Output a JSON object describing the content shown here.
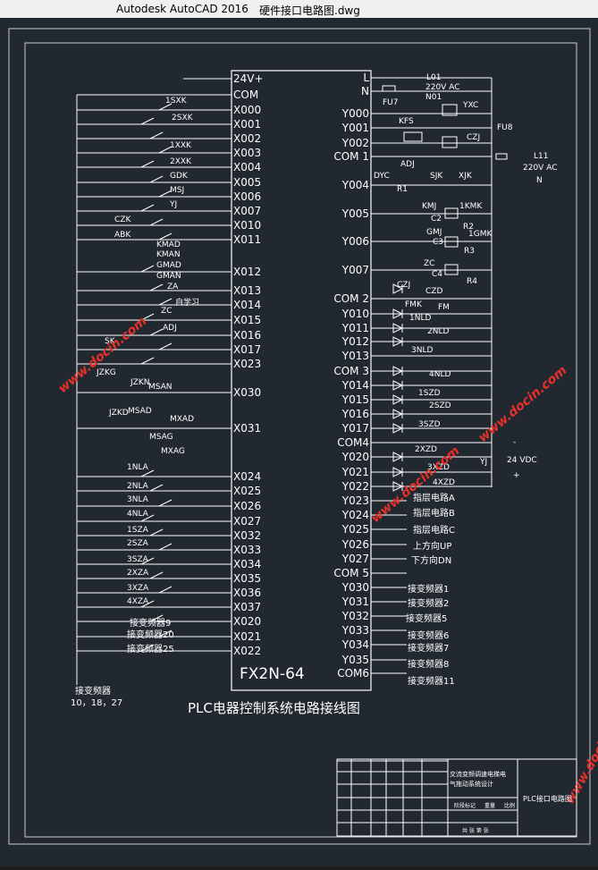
{
  "window": {
    "app_title": "Autodesk AutoCAD 2016",
    "file_name": "硬件接口电路图.dwg"
  },
  "plc": {
    "model": "FX2N-64",
    "left_pins": [
      "24V+",
      "COM",
      "X000",
      "X001",
      "X002",
      "X003",
      "X004",
      "X005",
      "X006",
      "X007",
      "X010",
      "X011",
      "X012",
      "X013",
      "X014",
      "X015",
      "X016",
      "X017",
      "X023",
      "X030",
      "X031",
      "X024",
      "X025",
      "X026",
      "X027",
      "X032",
      "X033",
      "X034",
      "X035",
      "X036",
      "X037",
      "X020",
      "X021",
      "X022"
    ],
    "right_pins": [
      "L",
      "N",
      "Y000",
      "Y001",
      "Y002",
      "COM 1",
      "Y004",
      "Y005",
      "Y006",
      "Y007",
      "COM 2",
      "Y010",
      "Y011",
      "Y012",
      "Y013",
      "COM 3",
      "Y014",
      "Y015",
      "Y016",
      "Y017",
      "COM4",
      "Y020",
      "Y021",
      "Y022",
      "Y023",
      "Y024",
      "Y025",
      "Y026",
      "Y027",
      "COM 5",
      "Y030",
      "Y031",
      "Y032",
      "Y033",
      "Y034",
      "Y035",
      "COM6"
    ]
  },
  "left_labels": [
    "1SXK",
    "2SXK",
    "1XXK",
    "2XXK",
    "GDK",
    "MSJ",
    "YJ",
    "CZK",
    "ABK",
    "KMAD",
    "KMAN",
    "GMAD",
    "GMAN",
    "ZA",
    "自学习",
    "ZC",
    "ADJ",
    "SK",
    "JZKG",
    "JZKN",
    "MSAN",
    "MSAD",
    "MXAD",
    "JZKD",
    "MSAG",
    "MXAG",
    "1NLA",
    "2NLA",
    "3NLA",
    "4NLA",
    "1SZA",
    "2SZA",
    "3SZA",
    "2XZA",
    "3XZA",
    "4XZA",
    "接变频器9",
    "接变频器20",
    "接变频器25",
    "接变频器",
    "10，18，27"
  ],
  "right_labels": [
    "L01",
    "220V AC",
    "N01",
    "FU7",
    "YXC",
    "KFS",
    "FU8",
    "CZJ",
    "L11",
    "220V AC",
    "N",
    "ADJ",
    "DYC",
    "R1",
    "SJK",
    "XJK",
    "KMJ",
    "1KMK",
    "C2",
    "R2",
    "GMJ",
    "1GMK",
    "C3",
    "R3",
    "ZC",
    "C4",
    "R4",
    "CZJ",
    "CZD",
    "FMK",
    "FM",
    "1NLD",
    "2NLD",
    "3NLD",
    "4NLD",
    "1SZD",
    "2SZD",
    "3SZD",
    "2XZD",
    "3XZD",
    "4XZD",
    "YJ",
    "24 VDC",
    "-",
    "+",
    "指层电路A",
    "指层电路B",
    "指层电路C",
    "上方向UP",
    "下方向DN",
    "接变频器1",
    "接变频器2",
    "接变频器5",
    "接变频器6",
    "接变频器7",
    "接变频器8",
    "接变频器11"
  ],
  "caption": "PLC电器控制系统电路接线图",
  "title_block": {
    "project": "交流变频调速电梯电气拖动系统设计",
    "drawing_name": "PLC接口电路图",
    "row1": [
      "阶段标记",
      "重量",
      "比例"
    ],
    "sheet": "共  张   第  张"
  },
  "watermark": "www.docin.com"
}
